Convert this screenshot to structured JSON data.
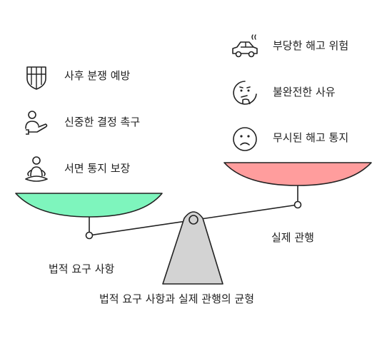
{
  "colors": {
    "left_pan": "#7ef5bd",
    "right_pan": "#ff9d9d",
    "fulcrum": "#d3d3d3",
    "stroke": "#222222"
  },
  "left_items": [
    {
      "label": "사후 분쟁 예방",
      "icon": "shield-icon"
    },
    {
      "label": "신중한 결정 촉구",
      "icon": "hand-offer-icon"
    },
    {
      "label": "서면 통지 보장",
      "icon": "meditating-person-icon"
    }
  ],
  "right_items": [
    {
      "label": "부당한 해고 위험",
      "icon": "car-icon"
    },
    {
      "label": "불완전한 사유",
      "icon": "thinking-face-icon"
    },
    {
      "label": "무시된 해고 통지",
      "icon": "sad-face-icon"
    }
  ],
  "left_pan_label": "법적 요구 사항",
  "right_pan_label": "실제 관행",
  "title": "법적 요구 사항과 실제 관행의 균형"
}
